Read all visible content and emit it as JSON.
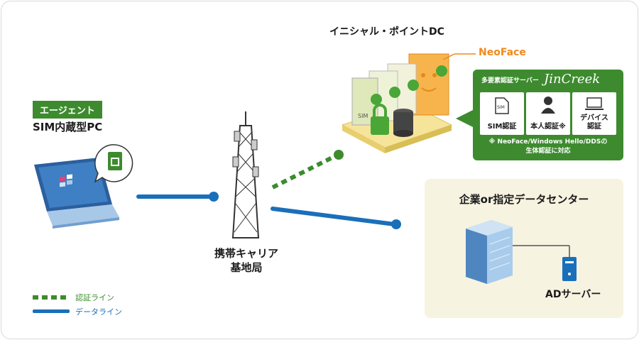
{
  "agent": {
    "badge": "エージェント",
    "device": "SIM内蔵型PC"
  },
  "tower": {
    "line1": "携帯キャリア",
    "line2": "基地局"
  },
  "initial_dc": {
    "title": "イニシャル・ポイントDC",
    "neoface": "NeoFace"
  },
  "jincreek": {
    "title": "多要素認証サーバー",
    "logo": "JinCreek",
    "boxes": [
      {
        "label": "SIM認証",
        "icon": "sim-icon"
      },
      {
        "label": "本人認証※",
        "icon": "person-icon"
      },
      {
        "label": "デバイス認証",
        "icon": "laptop-icon"
      }
    ],
    "note_line1": "※ NeoFace/Windows Hello/DDSの",
    "note_line2": "生体認証に対応"
  },
  "data_center": {
    "title": "企業or指定データセンター",
    "server": "ADサーバー"
  },
  "legend": {
    "auth": "認証ライン",
    "data": "データライン"
  },
  "colors": {
    "green": "#3d8b2e",
    "blue": "#1a6fba",
    "orange": "#f08a1c",
    "panel": "#f7f3e1"
  }
}
